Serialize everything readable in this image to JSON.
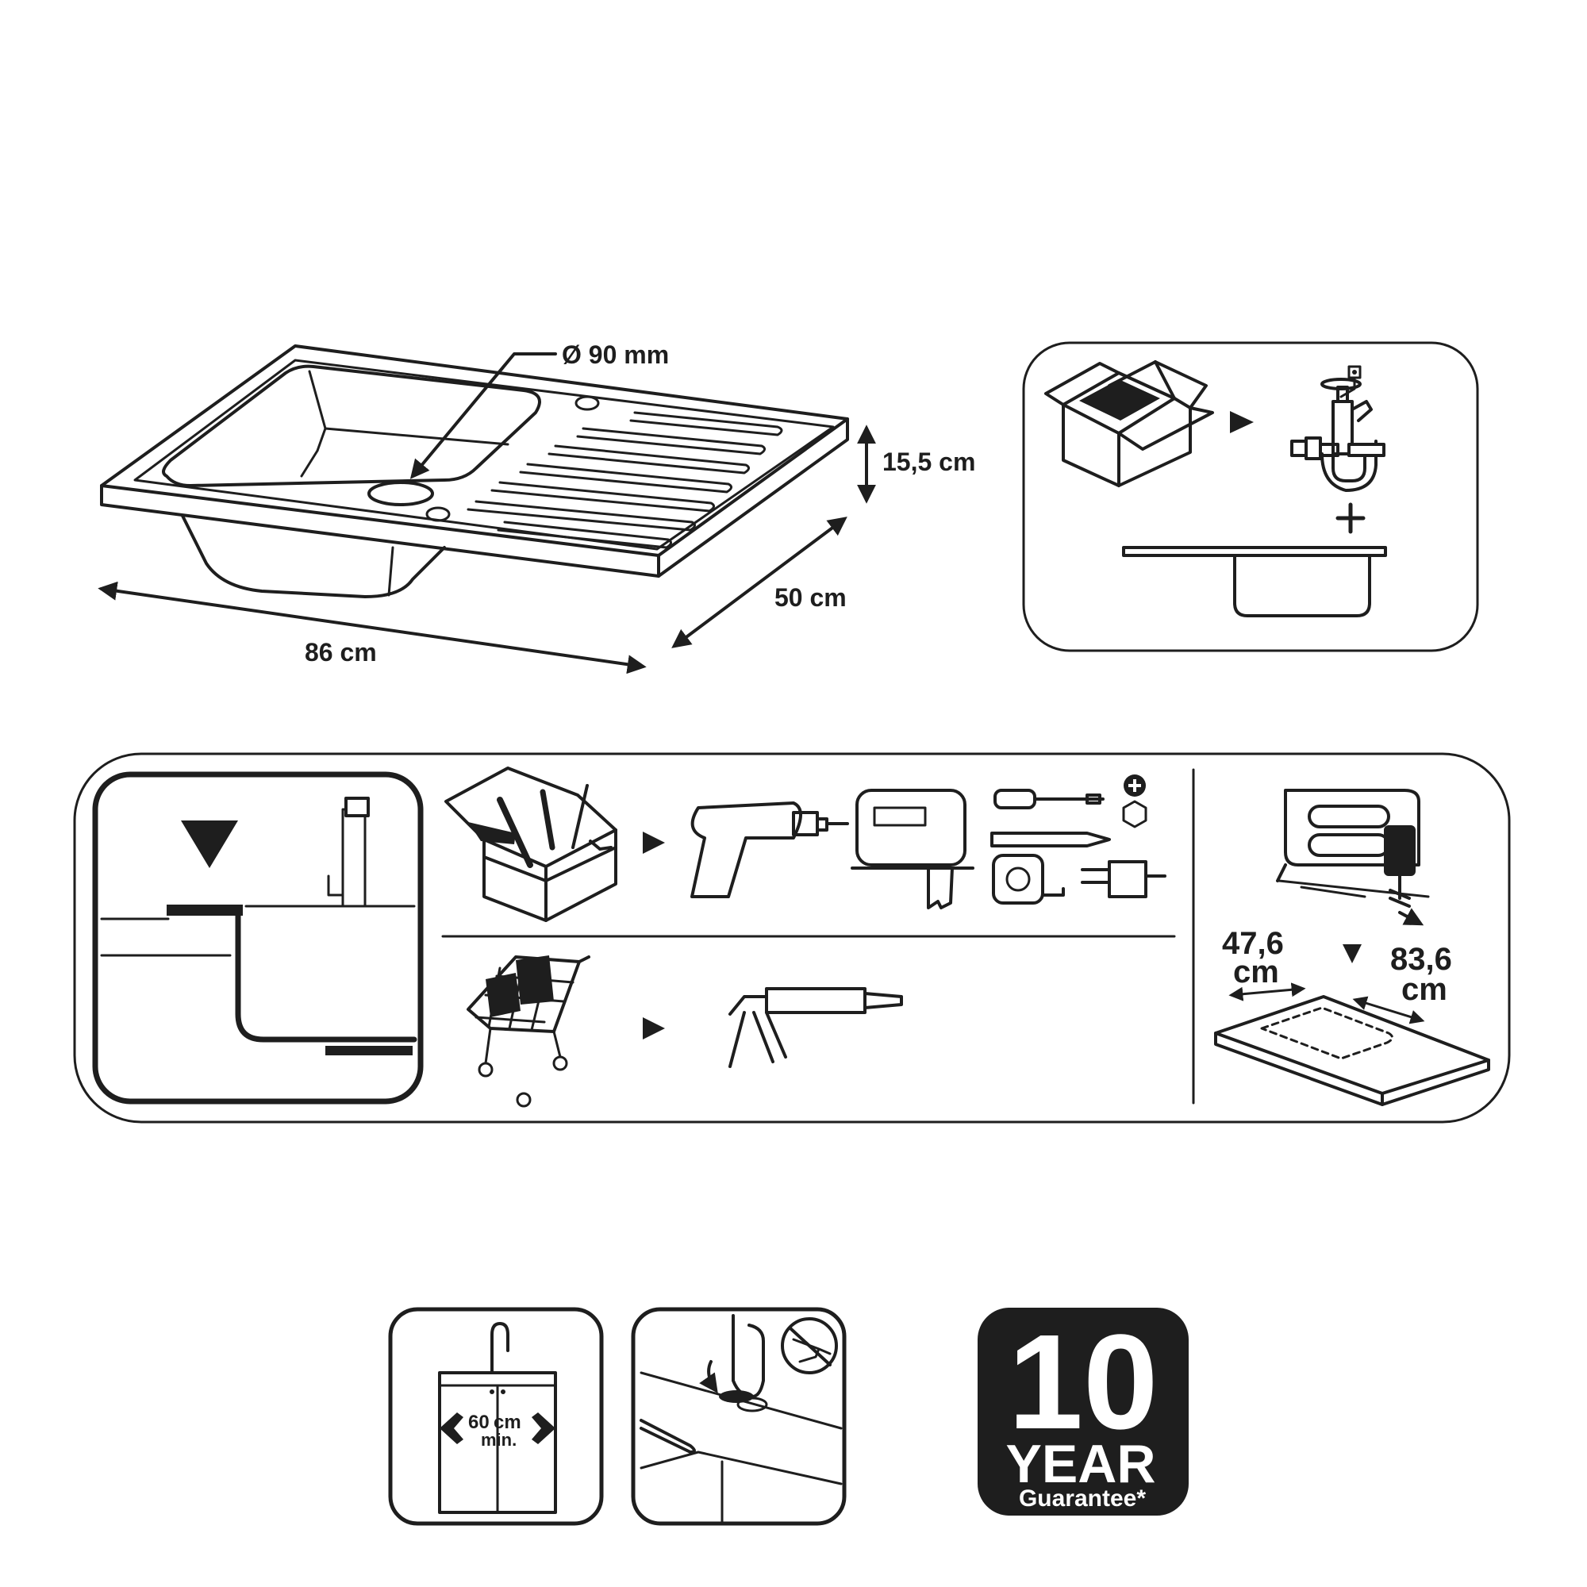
{
  "dimensions": {
    "drain_diameter": "Ø 90 mm",
    "depth": "15,5 cm",
    "width": "86 cm",
    "length": "50 cm"
  },
  "cutout": {
    "width": "47,6",
    "width_unit": "cm",
    "length": "83,6",
    "length_unit": "cm"
  },
  "cabinet": {
    "size_number": "60",
    "size_unit": "cm",
    "size_note": "min."
  },
  "guarantee": {
    "years": "10",
    "unit": "YEAR",
    "label": "Guarantee*"
  },
  "icons": [
    "box-icon",
    "waste-kit-icon",
    "sink-icon",
    "toolbox-icon",
    "drill-icon",
    "jigsaw-icon",
    "screwdriver-icon",
    "phillips-icon",
    "hex-icon",
    "pencil-icon",
    "tape-measure-icon",
    "hole-saw-icon",
    "shopping-cart-icon",
    "caulking-gun-icon",
    "cut-template-icon",
    "faucet-icon",
    "no-drill-icon"
  ],
  "colors": {
    "ink": "#1e1e1e",
    "background": "#ffffff"
  }
}
